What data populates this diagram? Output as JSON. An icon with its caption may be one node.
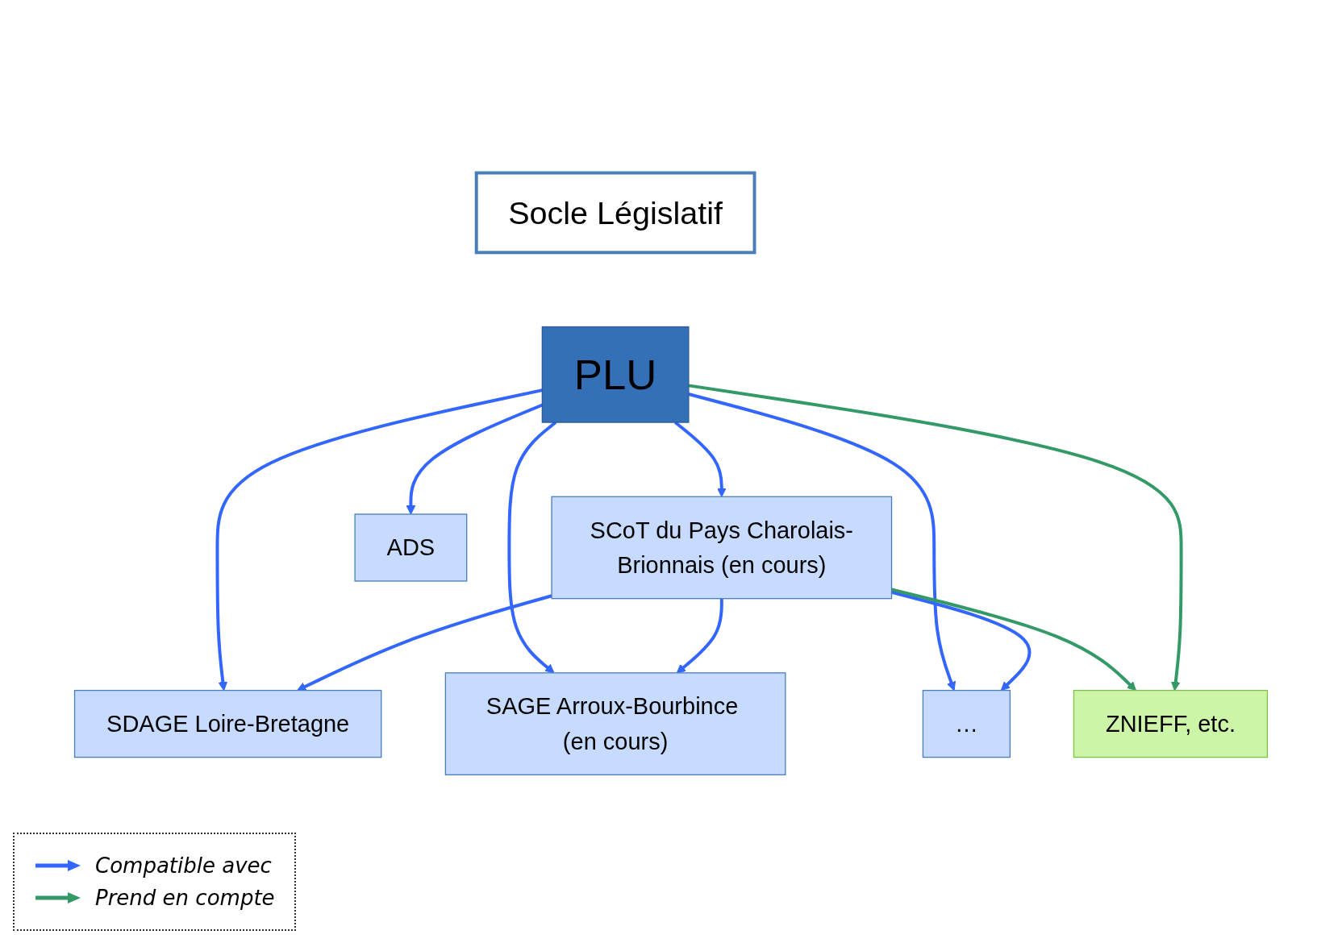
{
  "diagram": {
    "nodes": [
      {
        "text": [
          "Socle Législatif"
        ]
      },
      {
        "text": [
          "SDAGE Loire-Bretagne"
        ]
      },
      {
        "text": [
          "SAGE Arroux-Bourbince (en cours)"
        ]
      },
      {
        "text": [
          "…"
        ]
      },
      {
        "text": [
          "SCoT du Pays Charolais-Brionnais (en cours)"
        ]
      },
      {
        "text": [
          "ZNIEFF, etc."
        ]
      },
      {
        "text": [
          "PLU"
        ]
      },
      {
        "text": [
          "ADS"
        ]
      }
    ],
    "edges": [
      {
        "from": 6,
        "to": 1,
        "arrow": "to"
      },
      {
        "from": 6,
        "to": 2,
        "arrow": "to"
      },
      {
        "from": 6,
        "to": 3,
        "arrow": "to"
      },
      {
        "from": 6,
        "to": 4,
        "arrow": "to"
      },
      {
        "from": 4,
        "to": 1,
        "arrow": "to"
      },
      {
        "from": 4,
        "to": 2,
        "arrow": "to"
      },
      {
        "from": 4,
        "to": 3,
        "arrow": "to"
      },
      {
        "from": 4,
        "to": 5,
        "arrow": "to",
        "color": "#339966"
      },
      {
        "from": 6,
        "to": 5,
        "arrow": "to",
        "color": "#339966"
      },
      {
        "from": 6,
        "to": 7,
        "arrow": "to"
      }
    ],
    "legend": [
      {
        "text": "Compatible avec"
      },
      {
        "text": "Prend en compte"
      }
    ]
  }
}
